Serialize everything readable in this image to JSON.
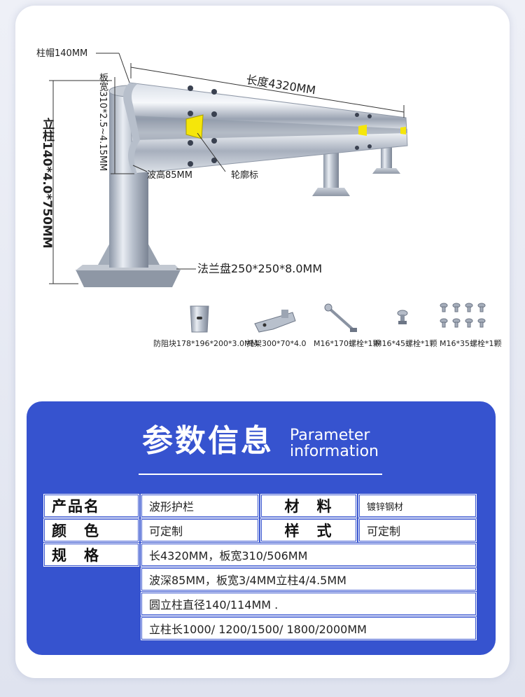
{
  "diagram": {
    "labels": {
      "cap": "柱帽140MM",
      "length": "长度4320MM",
      "plate_width": "板宽310*2.5~4.15MM",
      "post": "立柱140*4.0*750MM",
      "wave_height": "波高85MM",
      "reflector": "轮廓标",
      "flange": "法兰盘250*250*8.0MM"
    },
    "accessories": [
      {
        "label": "防阻块178*196*200*3.0MM",
        "icon": "block-icon"
      },
      {
        "label": "托架300*70*4.0",
        "icon": "bracket-icon"
      },
      {
        "label": "M16*170螺栓*1颗",
        "icon": "long-bolt-icon"
      },
      {
        "label": "M16*45螺栓*1颗",
        "icon": "short-bolt-icon"
      },
      {
        "label": "M16*35螺栓*1颗",
        "icon": "bolt-set-icon"
      }
    ]
  },
  "params": {
    "title_cn": "参数信息",
    "title_en_1": "Parameter",
    "title_en_2": "information",
    "rows": {
      "name_label": "产品名",
      "name_value": "波形护栏",
      "material_label": "材　料",
      "material_value": "镀锌钢材",
      "color_label": "颜　色",
      "color_value": "可定制",
      "style_label": "样　式",
      "style_value": "可定制",
      "spec_label": "规　格",
      "spec_1": "长4320MM，板宽310/506MM",
      "spec_2": "波深85MM，板宽3/4MM立柱4/4.5MM",
      "spec_3": "圆立柱直径140/114MM .",
      "spec_4": "立柱长1000/ 1200/1500/ 1800/2000MM"
    }
  },
  "colors": {
    "panel_blue": "#3653cf",
    "reflector_yellow": "#f5e60a"
  }
}
